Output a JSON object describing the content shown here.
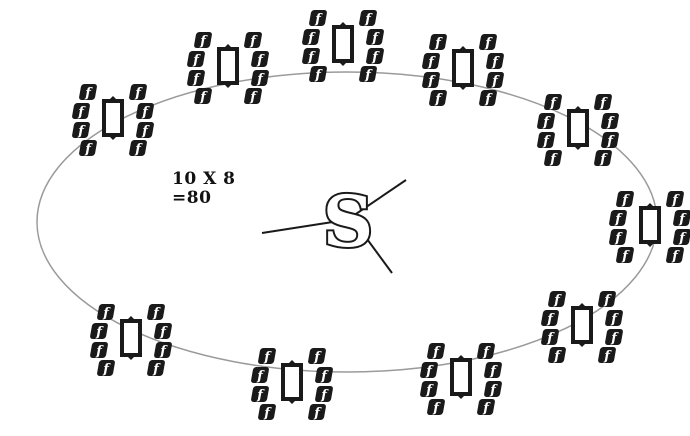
{
  "equation": {
    "line1": "10 X 8",
    "line2": "=80"
  },
  "diagram": {
    "cluster_count": 10,
    "tiles_per_cluster": 8,
    "tile_glyph": "f",
    "center_symbol": "S",
    "colors": {
      "ink": "#1a1a1a",
      "ring": "#9a9a9a",
      "background": "#ffffff"
    }
  }
}
